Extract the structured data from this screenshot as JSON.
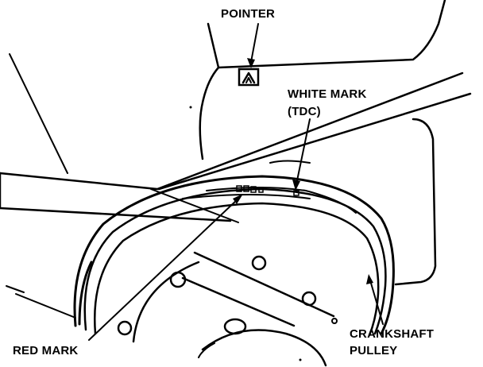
{
  "labels": {
    "pointer": "POINTER",
    "white_mark_line1": "WHITE MARK",
    "white_mark_line2": "(TDC)",
    "red_mark": "RED MARK",
    "crankshaft_line1": "CRANKSHAFT",
    "crankshaft_line2": "PULLEY"
  },
  "colors": {
    "ink": "#000000",
    "paper": "#ffffff"
  }
}
